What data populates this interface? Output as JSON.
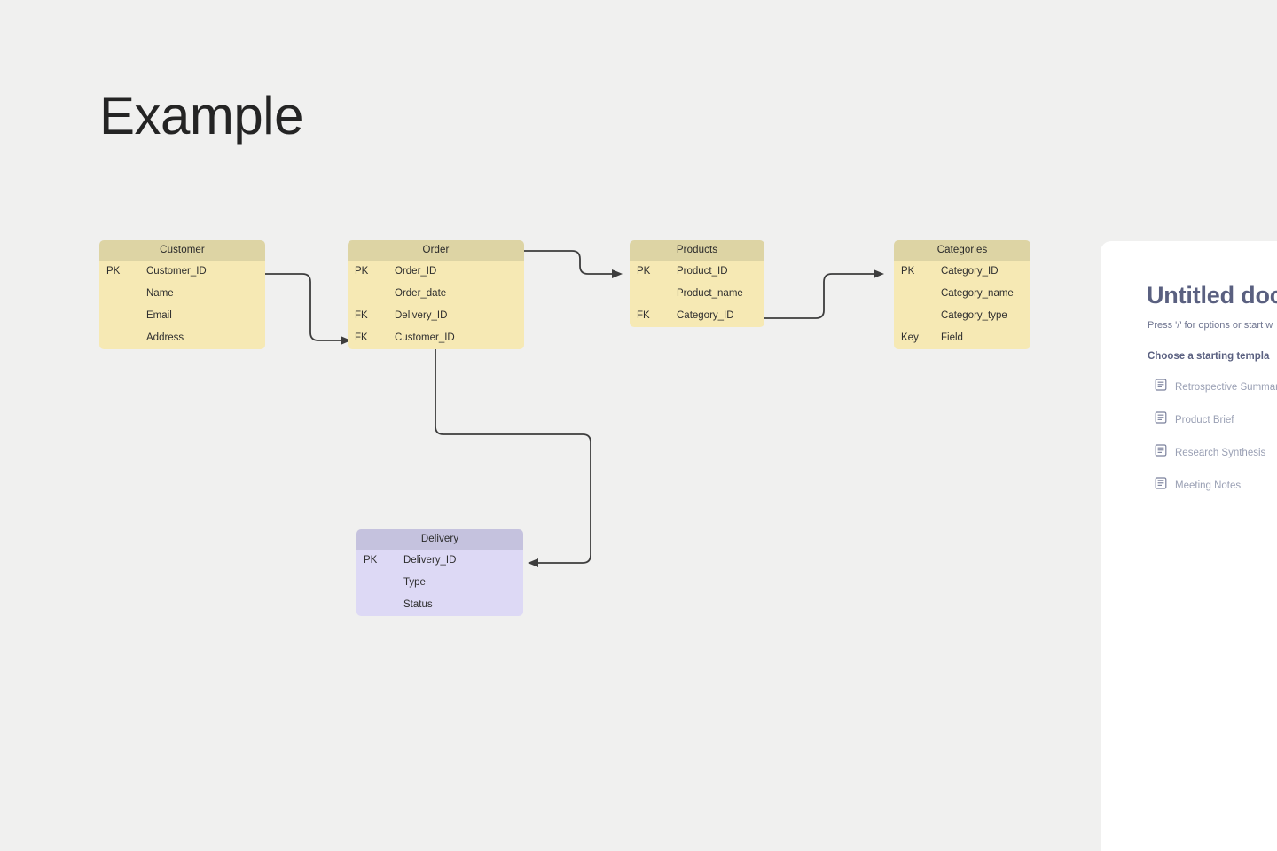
{
  "page": {
    "title": "Example",
    "background_color": "#f0f0ef",
    "title_color": "#242424"
  },
  "diagram": {
    "type": "entity-relationship-diagram",
    "palette": {
      "yellow_header": "#ddd4a4",
      "yellow_body": "#f6e9b4",
      "purple_header": "#c5c2de",
      "purple_body": "#ddd9f5",
      "connector": "#3d3d3d"
    },
    "entities": [
      {
        "name": "Customer",
        "color": "yellow",
        "rows": [
          {
            "key": "PK",
            "field": "Customer_ID"
          },
          {
            "key": "",
            "field": "Name"
          },
          {
            "key": "",
            "field": "Email"
          },
          {
            "key": "",
            "field": "Address"
          }
        ]
      },
      {
        "name": "Order",
        "color": "yellow",
        "rows": [
          {
            "key": "PK",
            "field": "Order_ID"
          },
          {
            "key": "",
            "field": "Order_date"
          },
          {
            "key": "FK",
            "field": "Delivery_ID"
          },
          {
            "key": "FK",
            "field": "Customer_ID"
          }
        ]
      },
      {
        "name": "Products",
        "color": "yellow",
        "rows": [
          {
            "key": "PK",
            "field": "Product_ID"
          },
          {
            "key": "",
            "field": "Product_name"
          },
          {
            "key": "FK",
            "field": "Category_ID"
          }
        ]
      },
      {
        "name": "Categories",
        "color": "yellow",
        "rows": [
          {
            "key": "PK",
            "field": "Category_ID"
          },
          {
            "key": "",
            "field": "Category_name"
          },
          {
            "key": "",
            "field": "Category_type"
          },
          {
            "key": "Key",
            "field": "Field"
          }
        ]
      },
      {
        "name": "Delivery",
        "color": "purple",
        "rows": [
          {
            "key": "PK",
            "field": "Delivery_ID"
          },
          {
            "key": "",
            "field": "Type"
          },
          {
            "key": "",
            "field": "Status"
          }
        ]
      }
    ],
    "relationships": [
      {
        "from": "Customer.Customer_ID",
        "to": "Order.Customer_ID"
      },
      {
        "from": "Order",
        "to": "Products.Product_ID"
      },
      {
        "from": "Products.Category_ID",
        "to": "Categories.Category_ID"
      },
      {
        "from": "Order",
        "to": "Delivery.Delivery_ID"
      }
    ]
  },
  "doc_panel": {
    "title": "Untitled doc",
    "hint": "Press '/' for options or start w",
    "subhead": "Choose a starting templa",
    "templates": [
      {
        "icon": "document-icon",
        "label": "Retrospective Summar"
      },
      {
        "icon": "document-icon",
        "label": "Product Brief"
      },
      {
        "icon": "document-icon",
        "label": "Research Synthesis"
      },
      {
        "icon": "document-icon",
        "label": "Meeting Notes"
      }
    ]
  }
}
